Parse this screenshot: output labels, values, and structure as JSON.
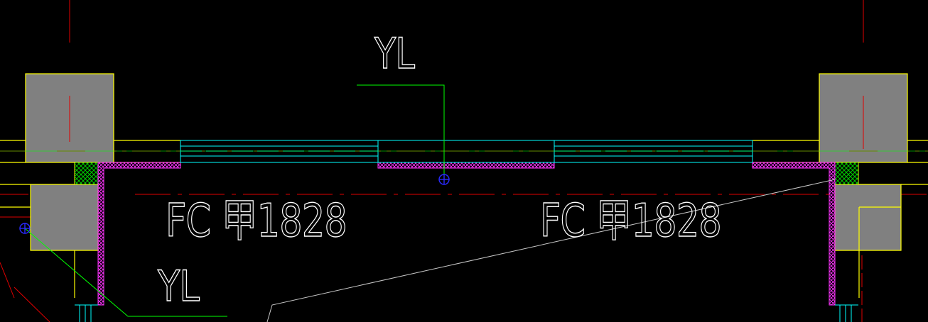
{
  "drawing": {
    "background": "#000000",
    "colors": {
      "wall_line": "#ffff00",
      "axis": "#e00000",
      "window": "#00ffff",
      "hatch": "#ff33ff",
      "leader": "#00ff00",
      "marker": "#2a2aff",
      "column_fill": "#808080",
      "insulation": "#00cc00",
      "reference": "#c8c8c8"
    },
    "labels": {
      "tag_top": "YL",
      "tag_bottom": "YL",
      "window_left": "FC  甲1828",
      "window_right": "FC  甲1828"
    }
  }
}
